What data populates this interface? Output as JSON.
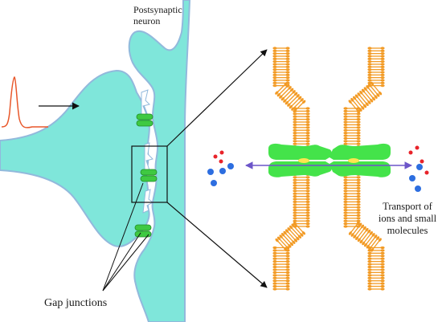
{
  "labels": {
    "postsynaptic_line1": "Postsynaptic",
    "postsynaptic_line2": "neuron",
    "gap_junctions": "Gap junctions",
    "transport_line1": "Transport of",
    "transport_line2": "ions and small",
    "transport_line3": "molecules"
  },
  "colors": {
    "cytoplasm": "#7fe6da",
    "membrane": "#92b9dc",
    "channel": "#3fc942",
    "connexin": "#ffe54f",
    "lipid": "#f29a24",
    "action_potential": "#e8572a",
    "ion_red": "#e8232a",
    "ion_blue": "#2d6ee0",
    "transport_arrow": "#6c55c9",
    "line": "#111111"
  },
  "icons": [
    "action-potential-trace-icon",
    "ion-dot-icon"
  ]
}
